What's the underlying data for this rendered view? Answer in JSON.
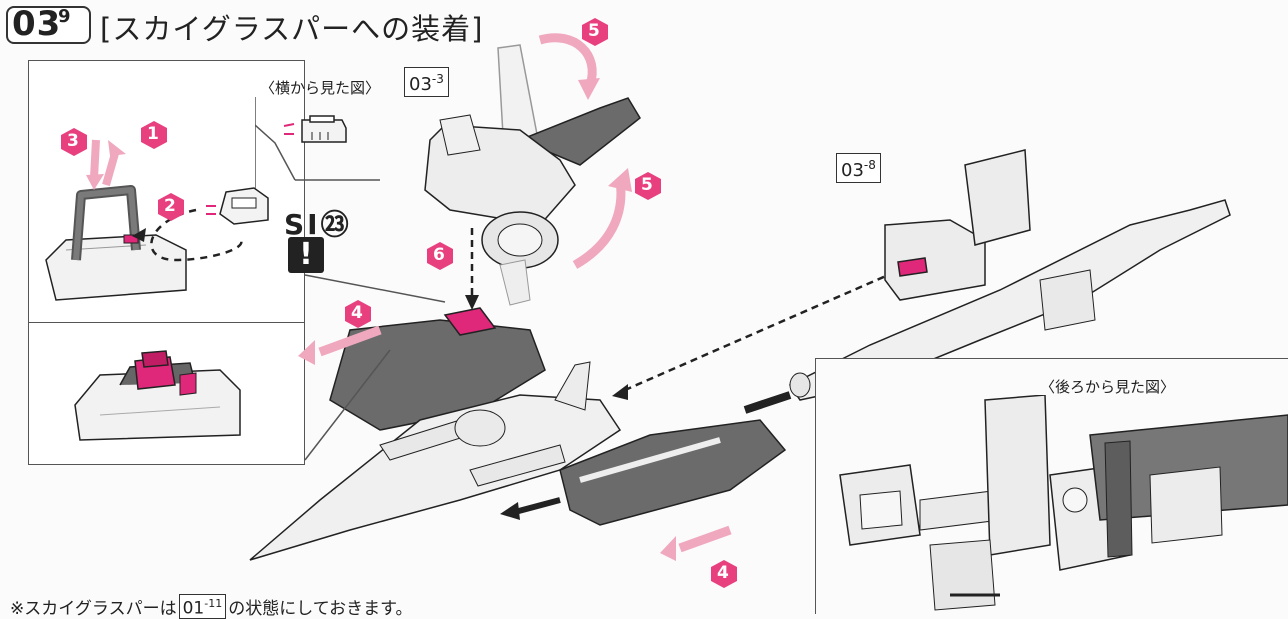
{
  "header": {
    "step_number": "03",
    "step_sub": "9",
    "title": "[スカイグラスパーへの装着]"
  },
  "inset": {
    "side_view_label": "〈横から見た図〉",
    "sticker_code": "SI㉓",
    "warning_mark": "!"
  },
  "refs": {
    "part_a": "03",
    "part_a_sub": "3",
    "part_b": "03",
    "part_b_sub": "8"
  },
  "back_view_label": "〈後ろから見た図〉",
  "step_badges": [
    "1",
    "2",
    "3",
    "4",
    "4",
    "5",
    "5",
    "6"
  ],
  "note": {
    "prefix": "※スカイグラスパーは",
    "ref": "01",
    "ref_sub": "11",
    "suffix": "の状態にしておきます。"
  },
  "colors": {
    "accent_magenta": "#e0287a",
    "badge_pink": "#e8407f",
    "arrow_pink": "#f0a8bf",
    "part_dark": "#6b6b6b",
    "part_light": "#ececec",
    "line": "#222222"
  }
}
